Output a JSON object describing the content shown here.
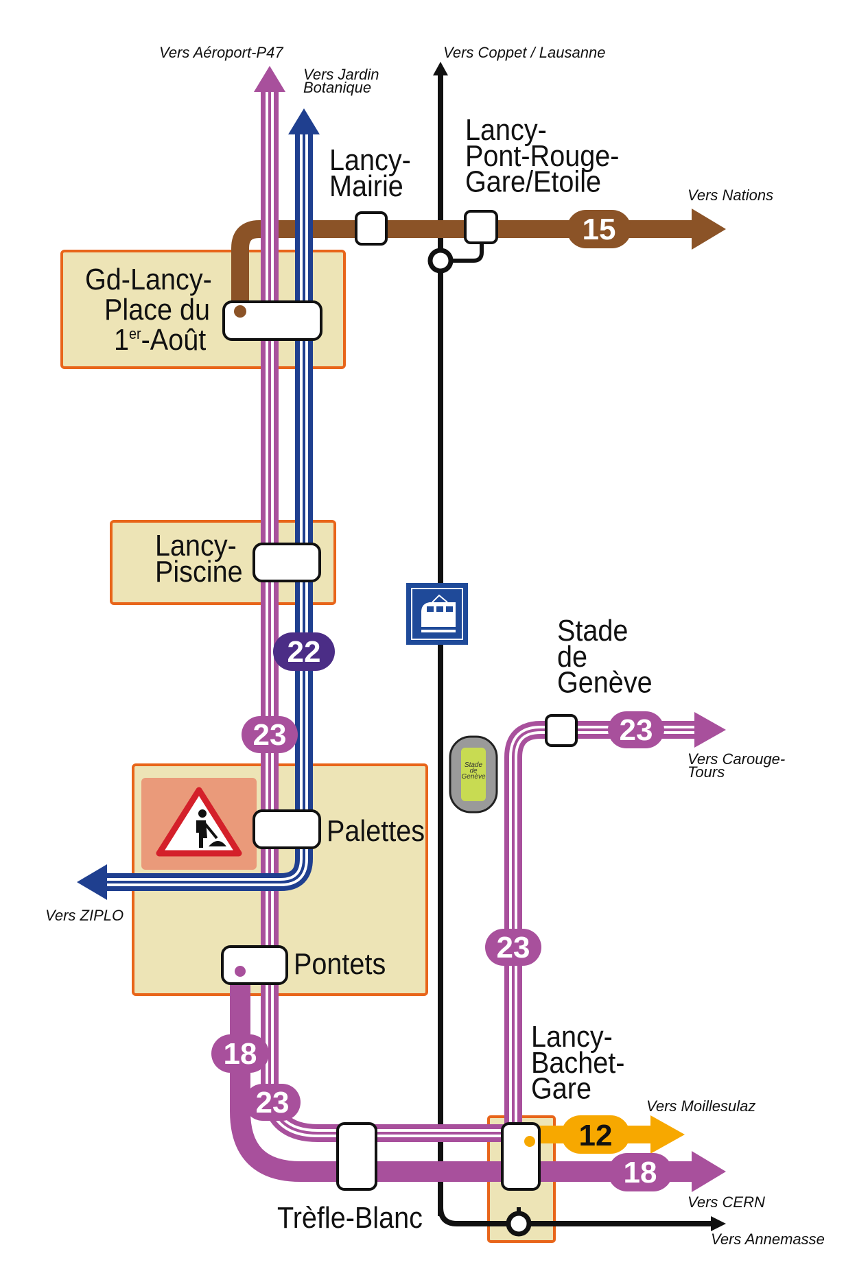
{
  "colors": {
    "line_12": "#F7A800",
    "line_15": "#8B5327",
    "line_18": "#A8509C",
    "line_22": "#1F3F8F",
    "line_23": "#A8509C",
    "rail": "#111111",
    "highlight_fill": "#EDE4B6",
    "highlight_border": "#E8651A",
    "works_bg": "#EA9A7A",
    "train_icon_bg": "#1F4A99"
  },
  "stops": {
    "lancy_mairie": "Lancy-\nMairie",
    "pont_rouge": "Lancy-\nPont-Rouge-\nGare/Etoile",
    "gd_lancy": {
      "line1": "Gd-Lancy-",
      "line2": "Place du",
      "line3_prefix": "1",
      "line3_sup": "er",
      "line3_suffix": "-Août"
    },
    "lancy_piscine": "Lancy-\nPiscine",
    "stade_geneve": "Stade\nde\nGenève",
    "palettes": "Palettes",
    "pontets": "Pontets",
    "bachet": "Lancy-\nBachet-\nGare",
    "trefle_blanc": "Trèfle-Blanc"
  },
  "directions": {
    "aeroport": "Vers Aéroport-P47",
    "jardin": "Vers Jardin\nBotanique",
    "coppet": "Vers Coppet / Lausanne",
    "nations": "Vers Nations",
    "carouge": "Vers Carouge-\nTours",
    "ziplo": "Vers ZIPLO",
    "moillesulaz": "Vers Moillesulaz",
    "cern": "Vers CERN",
    "annemasse": "Vers Annemasse"
  },
  "badges": {
    "b15": "15",
    "b22": "22",
    "b23a": "23",
    "b23b": "23",
    "b23c": "23",
    "b23d": "23",
    "b18a": "18",
    "b18b": "18",
    "b12": "12"
  },
  "stadium_label": "Stade\nde\nGenève",
  "icons": {
    "train": "train-icon",
    "roadworks": "roadworks-warning-icon",
    "stadium": "stadium-icon"
  }
}
